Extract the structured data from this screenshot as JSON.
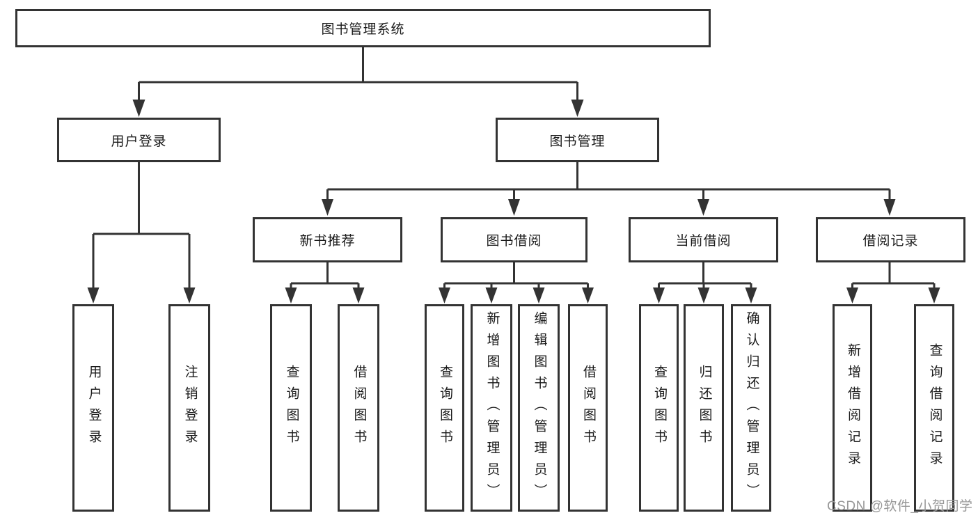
{
  "diagram_title": "图书管理系统",
  "nodes": {
    "root": "图书管理系统",
    "user_login": "用户登录",
    "book_management": "图书管理",
    "new_book_recommend": "新书推荐",
    "book_borrowing": "图书借阅",
    "current_borrowing": "当前借阅",
    "borrowing_records": "借阅记录",
    "leaf_user_login": "用户登录",
    "leaf_logout_login": "注销登录",
    "leaf_nb_query_books": "查询图书",
    "leaf_nb_borrow_books": "借阅图书",
    "leaf_bb_query_books": "查询图书",
    "leaf_bb_add_books_admin": "新增图书（管理员）",
    "leaf_bb_edit_books_admin": "编辑图书（管理员）",
    "leaf_bb_borrow_books": "借阅图书",
    "leaf_cb_query_books": "查询图书",
    "leaf_cb_return_books": "归还图书",
    "leaf_cb_confirm_return_admin": "确认归还（管理员）",
    "leaf_br_add_record": "新增借阅记录",
    "leaf_br_query_record": "查询借阅记录"
  },
  "watermark": {
    "text": "CSDN @软件_小贺同学"
  },
  "colors": {
    "line": "#333333",
    "box_border": "#333333",
    "box_fill": "#ffffff",
    "text": "#1a1a1a",
    "watermark": "#979797",
    "background": "#ffffff"
  }
}
